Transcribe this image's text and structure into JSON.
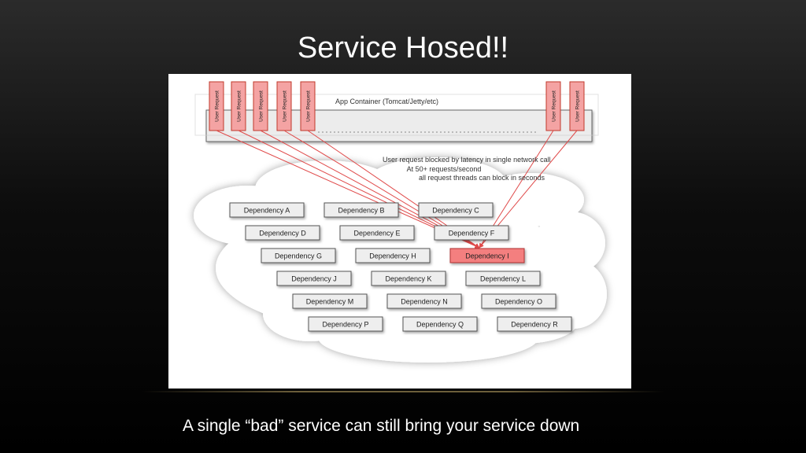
{
  "slide": {
    "title": "Service Hosed!!",
    "caption": "A single “bad” service can still bring your service down"
  },
  "diagram": {
    "container_label": "App Container (Tomcat/Jetty/etc)",
    "request_label": "User Request",
    "note_lines": [
      "User request blocked by latency in single network call",
      "At 50+ requests/second",
      "all request threads can block in seconds"
    ],
    "dependencies": [
      "Dependency A",
      "Dependency B",
      "Dependency C",
      "Dependency D",
      "Dependency E",
      "Dependency F",
      "Dependency G",
      "Dependency H",
      "Dependency I",
      "Dependency J",
      "Dependency K",
      "Dependency L",
      "Dependency M",
      "Dependency N",
      "Dependency O",
      "Dependency P",
      "Dependency Q",
      "Dependency R"
    ],
    "failing_dependency": "Dependency I",
    "colors": {
      "request_fill": "#f4a3a3",
      "request_stroke": "#c0392b",
      "arrow": "#e04a4a",
      "failing_fill": "#f47f7f",
      "box_fill": "#eeeeee"
    }
  }
}
